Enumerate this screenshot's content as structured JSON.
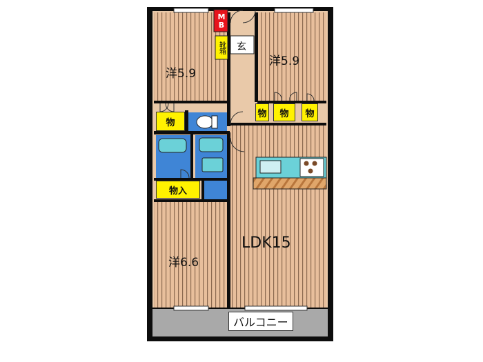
{
  "rooms": {
    "western_nw": "洋5.9",
    "western_ne": "洋5.9",
    "western_sw": "洋6.6",
    "ldk": "LDK15",
    "balcony": "バルコニー"
  },
  "labels": {
    "meter_box": "MB",
    "shoe_box": "靴箱",
    "entrance": "玄",
    "storage": "物",
    "storage_walkin": "物入"
  },
  "colors": {
    "floor": "#e8bf9c",
    "floor_stripe": "#8b6a50",
    "hall": "#e9c9a9",
    "wet": "#3f85d6",
    "storage": "#fff200",
    "mb": "#e8141c",
    "balcony": "#a9a9a9",
    "wall": "#0d0d0d"
  }
}
